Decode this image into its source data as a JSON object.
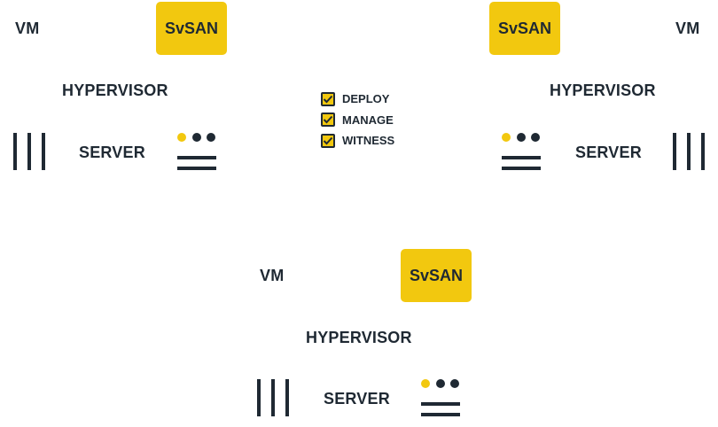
{
  "colors": {
    "accent": "#F2C80F",
    "ink": "#1F2933"
  },
  "checklist": [
    {
      "label": "DEPLOY",
      "icon": "checked-box-icon"
    },
    {
      "label": "MANAGE",
      "icon": "checked-box-icon"
    },
    {
      "label": "WITNESS",
      "icon": "checked-box-icon"
    }
  ],
  "nodes": {
    "left": {
      "vm": "VM",
      "svsan": "SvSAN",
      "hypervisor": "HYPERVISOR",
      "server": "SERVER"
    },
    "right": {
      "vm": "VM",
      "svsan": "SvSAN",
      "hypervisor": "HYPERVISOR",
      "server": "SERVER"
    },
    "bottom": {
      "vm": "VM",
      "svsan": "SvSAN",
      "hypervisor": "HYPERVISOR",
      "server": "SERVER"
    }
  }
}
